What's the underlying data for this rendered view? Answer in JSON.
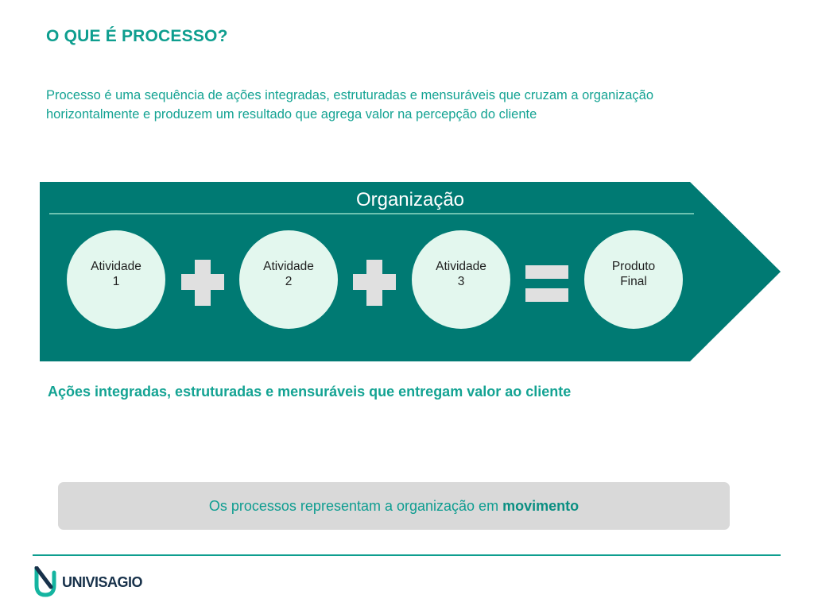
{
  "slide": {
    "title": "O QUE É PROCESSO?",
    "definition_line1": "Processo é uma sequência de ações integradas, estruturadas e mensuráveis que cruzam a organização",
    "definition_line2": "horizontalmente e produzem um resultado que agrega valor na percepção do cliente",
    "subtitle": "Ações integradas, estruturadas e mensuráveis que entregam valor ao cliente"
  },
  "diagram": {
    "container_label": "Organização",
    "nodes": [
      {
        "line1": "Atividade",
        "line2": "1"
      },
      {
        "line1": "Atividade",
        "line2": "2"
      },
      {
        "line1": "Atividade",
        "line2": "3"
      },
      {
        "line1": "Produto",
        "line2": "Final"
      }
    ],
    "operators": [
      "plus-icon",
      "plus-icon",
      "equals-icon"
    ],
    "colors": {
      "arrow": "#007a73",
      "node": "#e3f7ee",
      "operator": "#e0e0e0"
    }
  },
  "banner": {
    "text": "Os processos representam a organização em",
    "emphasis": "movimento"
  },
  "footer": {
    "logo_text": "UNIVISAGIO",
    "logo_icon": "univisagio-logo-icon",
    "line_color": "#0e9e8f"
  }
}
